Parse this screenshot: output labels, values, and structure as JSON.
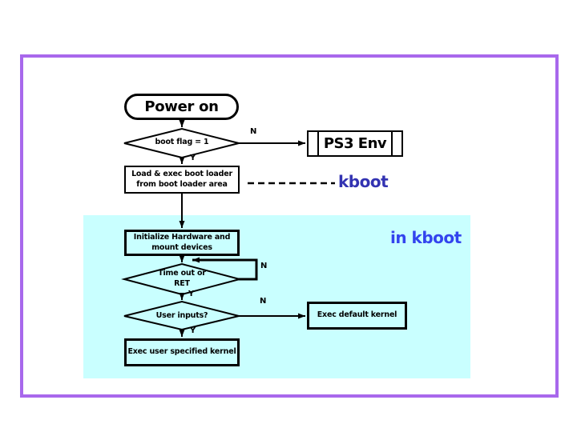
{
  "flowchart": {
    "nodes": {
      "power_on": "Power on",
      "boot_flag": "boot flag = 1",
      "ps3_env": "PS3 Env",
      "load_exec_line1": "Load & exec boot loader",
      "load_exec_line2": "from boot loader area",
      "init_hw_line1": "Initialize Hardware and",
      "init_hw_line2": "mount devices",
      "timeout_line1": "Time out or",
      "timeout_line2": "RET",
      "user_inputs": "User inputs?",
      "exec_default": "Exec default kernel",
      "exec_user": "Exec user specified kernel"
    },
    "edge_labels": {
      "boot_flag_no": "N",
      "boot_flag_yes": "Y",
      "timeout_no": "N",
      "timeout_yes": "Y",
      "user_inputs_no": "N",
      "user_inputs_yes": "Y"
    },
    "annotations": {
      "kboot": "kboot",
      "in_kboot": "in kboot"
    },
    "colors": {
      "frame_border": "#a868ec",
      "kboot_region_fill": "#c9ffff",
      "kboot_text": "#3333b2",
      "in_kboot_text": "#3344ee",
      "line": "#000000",
      "node_fill": "#ffffff"
    }
  }
}
